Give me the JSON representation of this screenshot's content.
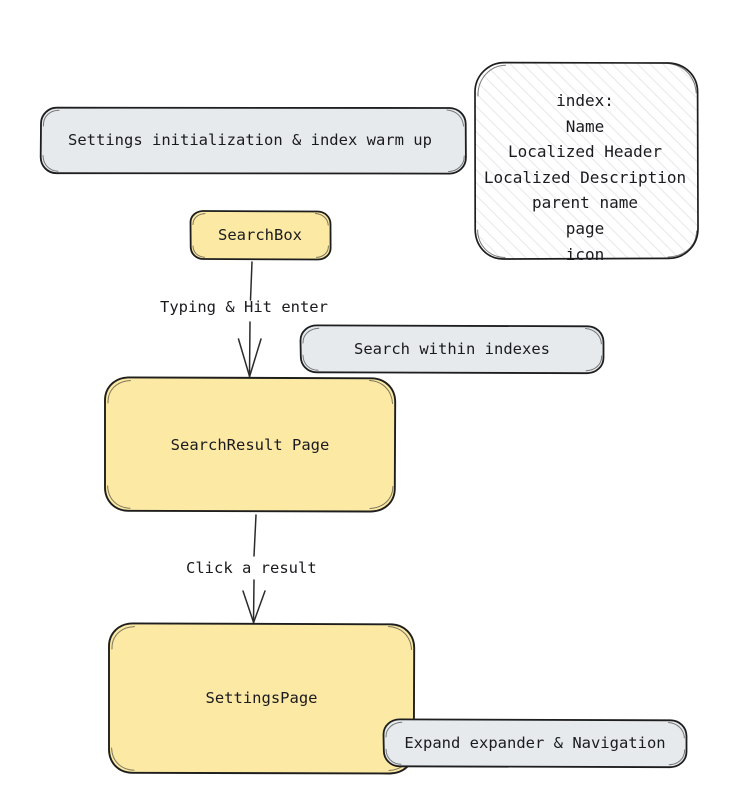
{
  "diagram": {
    "title": "Settings search flow",
    "type": "flowchart",
    "style": "hand-drawn",
    "colors": {
      "yellow_fill": "#fbe9a4",
      "note_fill": "#e6eaed",
      "hatch_line": "#e8e8ea",
      "stroke": "#1e1e1e",
      "text": "#1b1b1f",
      "background": "#ffffff"
    },
    "nodes": [
      {
        "id": "settings-init-note",
        "kind": "note",
        "label": "Settings initialization & index warm up"
      },
      {
        "id": "index-note",
        "kind": "hatched-note",
        "label": "index:\nName\nLocalized Header\nLocalized Description\nparent name\npage\nicon",
        "lines": [
          "index:",
          "Name",
          "Localized Header",
          "Localized Description",
          "parent name",
          "page",
          "icon"
        ]
      },
      {
        "id": "searchbox",
        "kind": "yellow-box",
        "label": "SearchBox"
      },
      {
        "id": "search-within-note",
        "kind": "note",
        "label": "Search within indexes"
      },
      {
        "id": "searchresult-page",
        "kind": "yellow-box",
        "label": "SearchResult Page"
      },
      {
        "id": "settings-page",
        "kind": "yellow-box",
        "label": "SettingsPage"
      },
      {
        "id": "expand-note",
        "kind": "note",
        "label": "Expand expander & Navigation"
      }
    ],
    "edges": [
      {
        "id": "edge-typing",
        "from": "searchbox",
        "to": "searchresult-page",
        "label": "Typing & Hit enter"
      },
      {
        "id": "edge-click",
        "from": "searchresult-page",
        "to": "settings-page",
        "label": "Click a result"
      }
    ]
  }
}
